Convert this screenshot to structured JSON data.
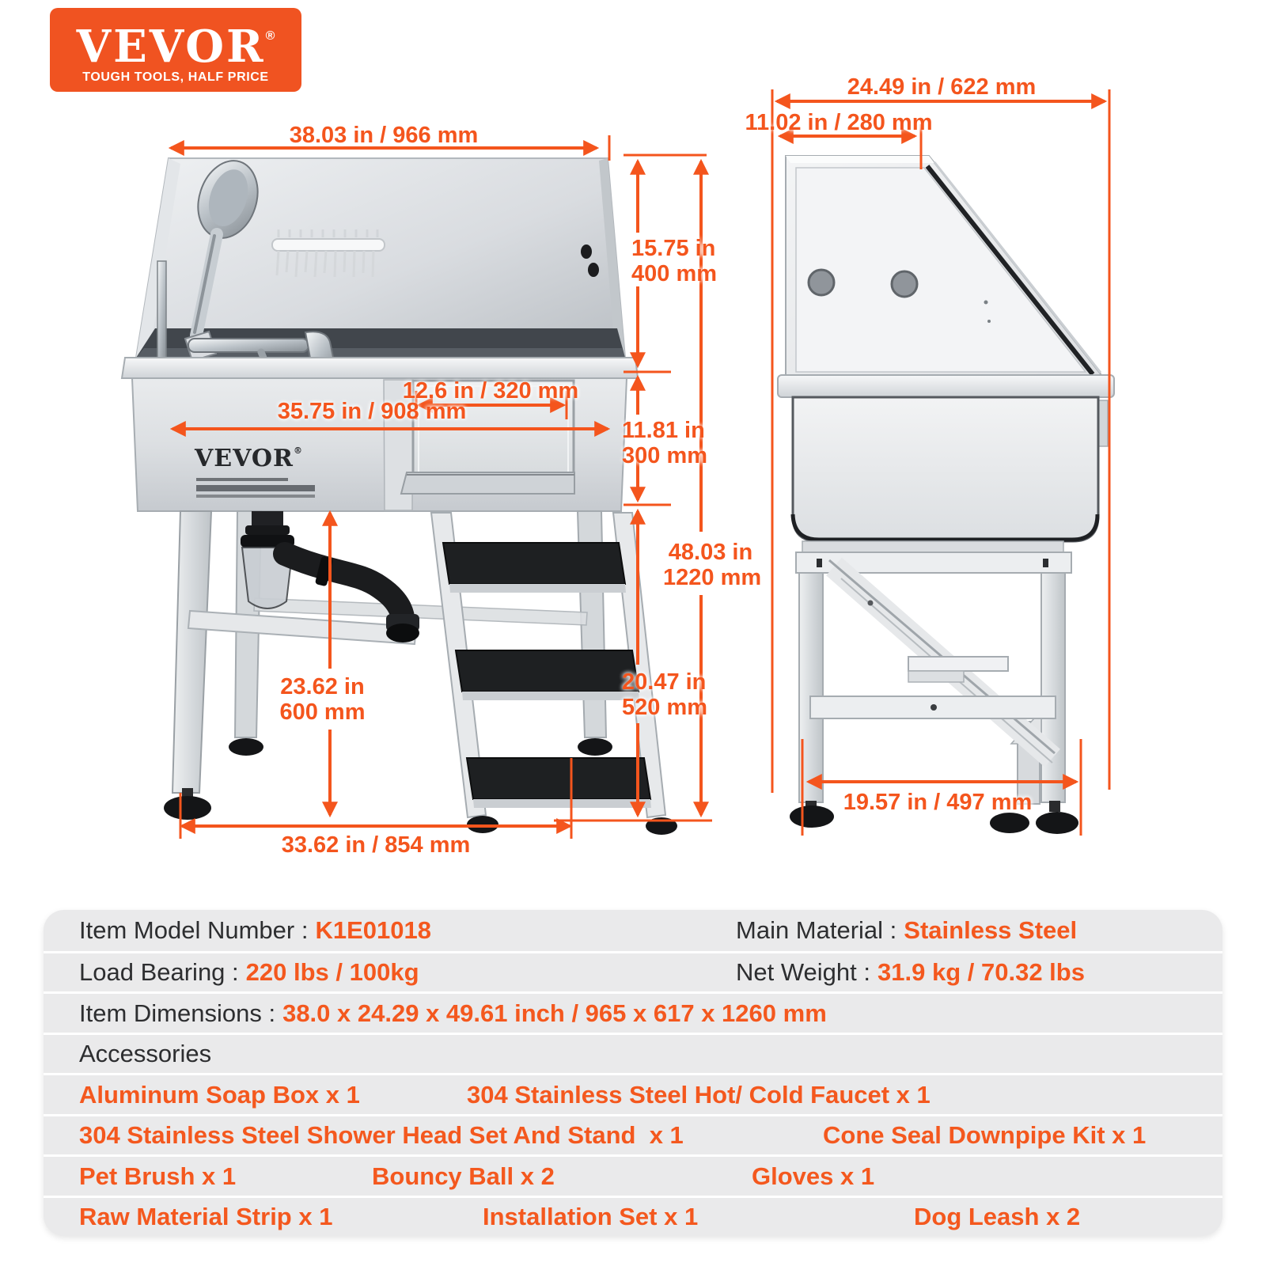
{
  "brand": {
    "name": "VEVOR",
    "mark": "®",
    "tagline": "TOUGH TOOLS, HALF PRICE",
    "orange": "#f05321"
  },
  "colors": {
    "dimension_lines": "#f4551d",
    "spec_value_orange": "#f4581e",
    "steel_gray": "#d7dadd",
    "dark_parts": "#141517"
  },
  "front": {
    "tub_emboss": "VEVOR",
    "tub_emboss_mark": "®",
    "dims": {
      "top_width": "38.03 in / 966 mm",
      "splash_l1": "15.75 in",
      "splash_l2": "400 mm",
      "door_width": "12.6 in / 320 mm",
      "tub_width": "35.75 in / 908 mm",
      "depth_l1": "11.81 in",
      "depth_l2": "300 mm",
      "total_l1": "48.03 in",
      "total_l2": "1220 mm",
      "leg_l1": "23.62 in",
      "leg_l2": "600 mm",
      "stand_l1": "20.47 in",
      "stand_l2": "520 mm",
      "base_width": "33.62 in / 854 mm"
    }
  },
  "side": {
    "dims": {
      "top_depth": "24.49 in / 622 mm",
      "flat_depth": "11.02 in / 280 mm",
      "base_depth": "19.57 in / 497 mm"
    }
  },
  "specs": {
    "model_label": "Item Model Number :",
    "model_value": "K1E01018",
    "material_label": "Main Material :",
    "material_value": "Stainless Steel",
    "load_label": "Load Bearing :",
    "load_value": "220 lbs / 100kg",
    "weight_label": "Net Weight :",
    "weight_value": "31.9 kg / 70.32 lbs",
    "dims_label": "Item Dimensions :",
    "dims_value": "38.0 x 24.29 x 49.61 inch / 965 x 617 x 1260 mm",
    "accessories_title": "Accessories",
    "accessories": [
      "Aluminum Soap Box x 1",
      "304 Stainless Steel Hot/ Cold Faucet x 1",
      "304 Stainless Steel Shower Head Set And Stand  x 1",
      "Cone Seal Downpipe Kit x 1",
      "Pet Brush x 1",
      "Bouncy Ball x 2",
      "Gloves x 1",
      "Raw Material Strip x 1",
      "Installation Set x 1",
      "Dog Leash x 2"
    ]
  }
}
